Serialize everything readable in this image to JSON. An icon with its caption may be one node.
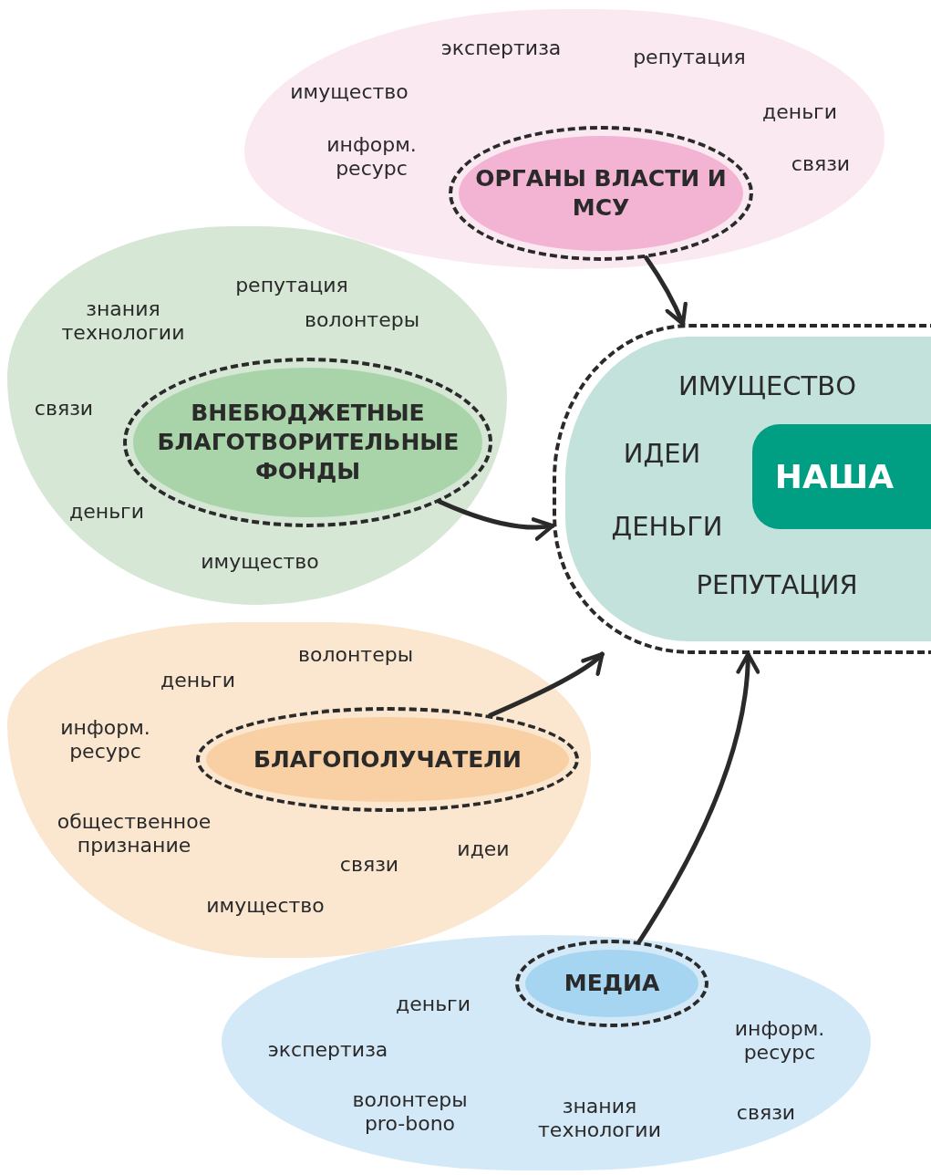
{
  "diagram": {
    "nodes": [
      {
        "text": [
          "экспертиза",
          "репутация",
          "имущество",
          "деньги",
          "информ. ресурс",
          "связи"
        ]
      },
      {
        "text": [
          "ОРГАНЫ ВЛАСТИ И МСУ"
        ],
        "in": 0
      },
      {
        "text": [
          "репутация",
          "знания технологии",
          "волонтеры",
          "связи",
          "деньги",
          "имущество"
        ]
      },
      {
        "text": [
          "ВНЕБЮДЖЕТНЫЕ БЛАГОТВОРИТЕЛЬНЫЕ ФОНДЫ"
        ],
        "in": 2
      },
      {
        "text": [
          "ИМУЩЕСТВО",
          "ИДЕИ",
          "ДЕНЬГИ",
          "РЕПУТАЦИЯ"
        ]
      },
      {
        "text": [
          "НАША"
        ],
        "in": 4
      },
      {
        "text": [
          "волонтеры",
          "деньги",
          "информ. ресурс",
          "общественное признание",
          "связи",
          "идеи",
          "имущество"
        ]
      },
      {
        "text": [
          "БЛАГОПОЛУЧАТЕЛИ"
        ],
        "in": 6
      },
      {
        "text": [
          "деньги",
          "экспертиза",
          "информ. ресурс",
          "волонтеры pro-bono",
          "знания технологии",
          "связи"
        ]
      },
      {
        "text": [
          "МЕДИА"
        ],
        "in": 8
      }
    ],
    "edges": [
      {
        "from": 1,
        "to": 4,
        "arrow": "to"
      },
      {
        "from": 3,
        "to": 4,
        "arrow": "to"
      },
      {
        "from": 7,
        "to": 4,
        "arrow": "to"
      },
      {
        "from": 9,
        "to": 4,
        "arrow": "to"
      }
    ]
  }
}
